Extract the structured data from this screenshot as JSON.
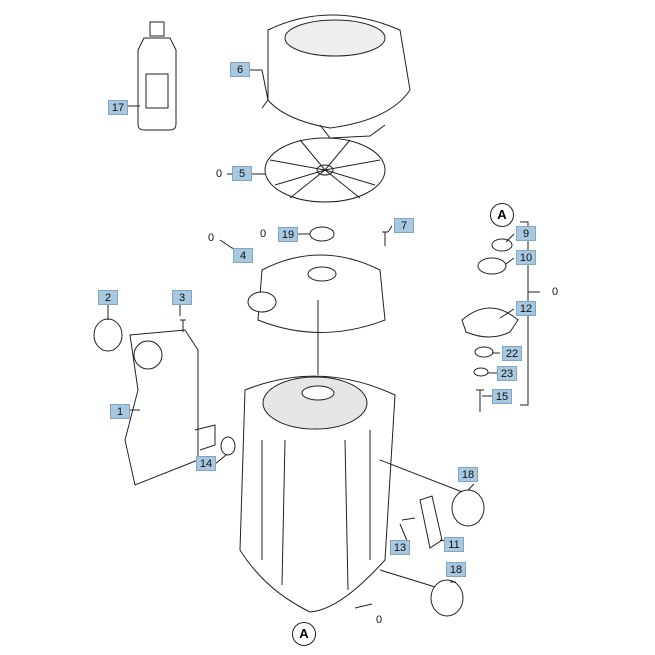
{
  "callouts": {
    "c1": "1",
    "c2": "2",
    "c3": "3",
    "c4": "4",
    "c5": "5",
    "c6": "6",
    "c7": "7",
    "c9": "9",
    "c10": "10",
    "c11": "11",
    "c12": "12",
    "c13": "13",
    "c14": "14",
    "c15": "15",
    "c17": "17",
    "c18a": "18",
    "c18b": "18",
    "c19": "19",
    "c22": "22",
    "c23": "23"
  },
  "zeros": {
    "z5": "0",
    "z4": "0",
    "z19": "0",
    "zright": "0",
    "zbottom": "0"
  },
  "markers": {
    "top": "A",
    "bottom": "A"
  },
  "colors": {
    "callout_fill": "#a8c8df",
    "line": "#222222"
  }
}
